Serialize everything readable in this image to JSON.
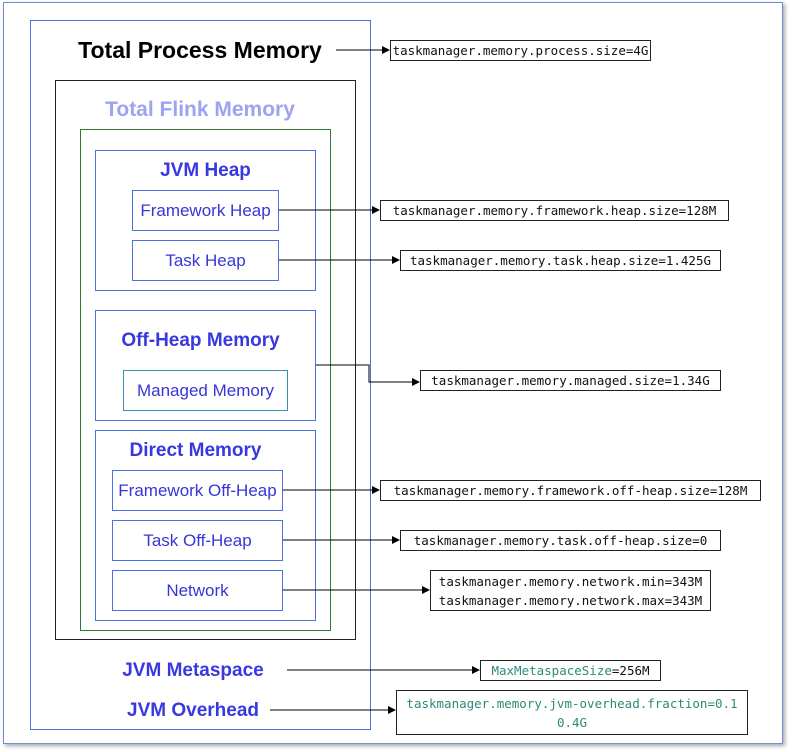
{
  "titles": {
    "total_process": "Total Process Memory",
    "total_flink": "Total Flink Memory",
    "jvm_heap": "JVM Heap",
    "off_heap": "Off-Heap Memory",
    "direct": "Direct Memory",
    "jvm_metaspace": "JVM Metaspace",
    "jvm_overhead": "JVM Overhead"
  },
  "items": {
    "framework_heap": "Framework Heap",
    "task_heap": "Task Heap",
    "managed_memory": "Managed Memory",
    "framework_off_heap": "Framework Off-Heap",
    "task_off_heap": "Task Off-Heap",
    "network": "Network"
  },
  "configs": {
    "process_size": "taskmanager.memory.process.size=4G",
    "framework_heap_size": "taskmanager.memory.framework.heap.size=128M",
    "task_heap_size": "taskmanager.memory.task.heap.size=1.425G",
    "managed_size": "taskmanager.memory.managed.size=1.34G",
    "framework_off_heap_size": "taskmanager.memory.framework.off-heap.size=128M",
    "task_off_heap_size": "taskmanager.memory.task.off-heap.size=0",
    "network_min": "taskmanager.memory.network.min=343M",
    "network_max": "taskmanager.memory.network.max=343M",
    "metaspace_key": "MaxMetaspaceSize",
    "metaspace_value": "=256M",
    "overhead_line1": "taskmanager.memory.jvm-overhead.fraction=0.1",
    "overhead_line2": "0.4G"
  },
  "colors": {
    "box_blue": "#4a72e0",
    "box_green": "#2e7d32",
    "title_lavender": "#9ca3f0",
    "title_blue": "#3838e0",
    "config_teal": "#2a8a7a"
  }
}
